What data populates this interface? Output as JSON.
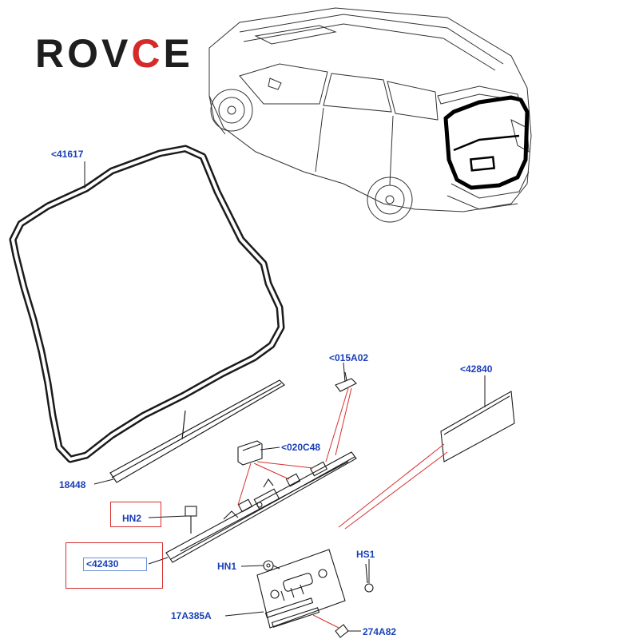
{
  "brand": {
    "prefix": "ROV",
    "accent": "C",
    "suffix": "E"
  },
  "callouts": {
    "c41617": "<41617",
    "c015A02": "<015A02",
    "c42840": "<42840",
    "c020C48": "<020C48",
    "c18448": "18448",
    "cHN2": "HN2",
    "c42430": "<42430",
    "cHN1": "HN1",
    "cHS1": "HS1",
    "c17A385A": "17A385A",
    "c274A82": "274A82"
  },
  "colors": {
    "label": "#1a3fb8",
    "leader_red": "#d63030",
    "highlight_box": "#d63030",
    "line_art": "#222222",
    "brand_dark": "#1e1e1e",
    "brand_accent": "#d42a2a"
  },
  "icons": {
    "vehicle": "suv-rear-three-quarter-view",
    "seal": "tailgate-weatherstrip-seal",
    "finisher": "tailgate-upper-finisher-strip",
    "handle": "tailgate-handle-switch-assembly",
    "plate": "license-plate-bracket",
    "decal": "rectangular-label-panel"
  }
}
